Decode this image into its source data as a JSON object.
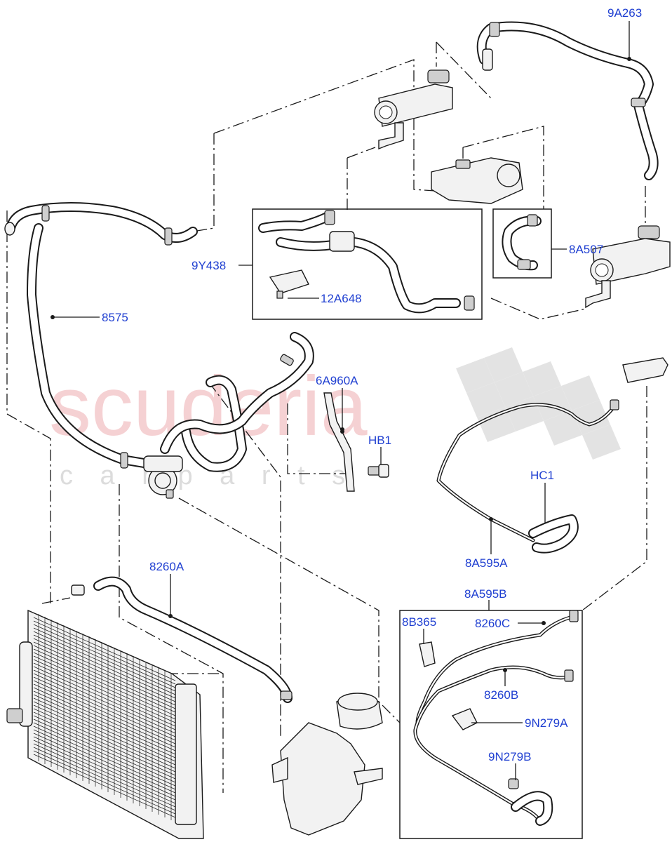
{
  "watermark": {
    "brand": "scuderia",
    "sub": "c a r   p a r t s",
    "color": "#f4c9cc"
  },
  "callouts": [
    {
      "id": "9A263",
      "text": "9A263"
    },
    {
      "id": "8A507",
      "text": "8A507"
    },
    {
      "id": "9Y438",
      "text": "9Y438"
    },
    {
      "id": "12A648",
      "text": "12A648"
    },
    {
      "id": "8575",
      "text": "8575"
    },
    {
      "id": "6A960A",
      "text": "6A960A"
    },
    {
      "id": "HB1",
      "text": "HB1"
    },
    {
      "id": "HC1",
      "text": "HC1"
    },
    {
      "id": "8A595A",
      "text": "8A595A"
    },
    {
      "id": "8260A",
      "text": "8260A"
    },
    {
      "id": "8A595B",
      "text": "8A595B"
    },
    {
      "id": "8B365",
      "text": "8B365"
    },
    {
      "id": "8260C",
      "text": "8260C"
    },
    {
      "id": "8260B",
      "text": "8260B"
    },
    {
      "id": "9N279A",
      "text": "9N279A"
    },
    {
      "id": "9N279B",
      "text": "9N279B"
    }
  ],
  "colors": {
    "label": "#1f3fd1",
    "line": "#1a1a1a"
  }
}
